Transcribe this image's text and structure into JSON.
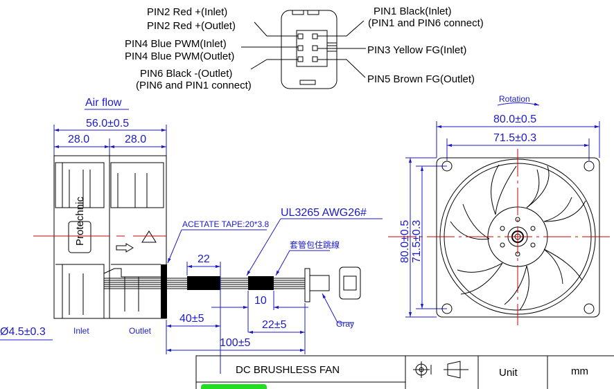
{
  "pinout": {
    "pin2_inlet": "PIN2 Red +(Inlet)",
    "pin2_outlet": "PIN2 Red +(Outlet)",
    "pin4_inlet": "PIN4 Blue PWM(Inlet)",
    "pin4_outlet": "PIN4 Blue PWM(Outlet)",
    "pin6_outlet": "PIN6 Black -(Outlet)",
    "pin6_note": "(PIN6 and PIN1 connect)",
    "pin1_inlet": "PIN1 Black(Inlet)",
    "pin1_note": "(PIN1 and PIN6 connect)",
    "pin3": "PIN3 Yellow FG(Inlet)",
    "pin5": "PIN5 Brown FG(Outlet)"
  },
  "side_view": {
    "airflow": "Air flow",
    "width_total": "56.0±0.5",
    "width_half_left": "28.0",
    "width_half_right": "28.0",
    "hole_dia": "Ø4.5±0.3",
    "inlet": "Inlet",
    "outlet": "Outlet",
    "logo_text": "Protechnic"
  },
  "cable": {
    "tape": "ACETATE TAPE:20*3.8",
    "wire": "UL3265 AWG26#",
    "sleeve_note": "套管包住跳線",
    "dim_22": "22",
    "dim_10": "10",
    "dim_40": "40±5",
    "dim_22_tol": "22±5",
    "dim_100": "100±5",
    "connector_color": "Gray"
  },
  "front_view": {
    "rotation": "Rotation",
    "outer": "80.0±0.5",
    "hole_pitch": "71.5±0.3",
    "outer_v": "80.0±0.5",
    "hole_pitch_v": "71.5±0.3"
  },
  "title_block": {
    "title": "DC BRUSHLESS FAN",
    "unit_label": "Unit",
    "unit_value": "mm",
    "accent": "#22dd22"
  }
}
